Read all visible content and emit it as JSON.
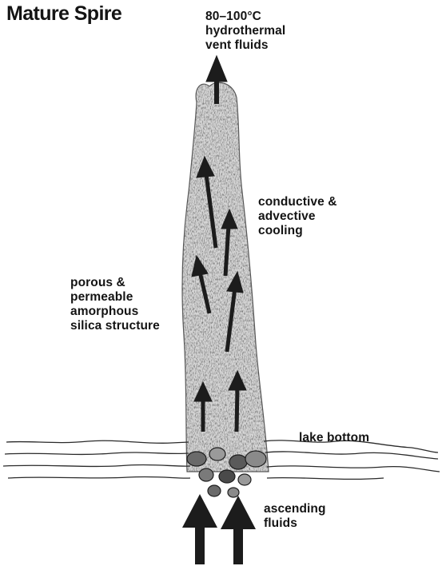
{
  "figure": {
    "title": "Mature Spire",
    "labels": {
      "vent_fluids": "80–100°C\nhydrothermal\nvent fluids",
      "cooling": "conductive &\nadvective\ncooling",
      "structure": "porous &\npermeable\namorphous\nsilica structure",
      "lake_bottom": "lake bottom",
      "ascending": "ascending\nfluids"
    }
  },
  "colors": {
    "ink": "#141414",
    "spire_fill": "#d9d9d9",
    "spire_texture": "#4a4a4a",
    "arrow": "#1c1c1c",
    "sediment": "#2a2a2a"
  }
}
